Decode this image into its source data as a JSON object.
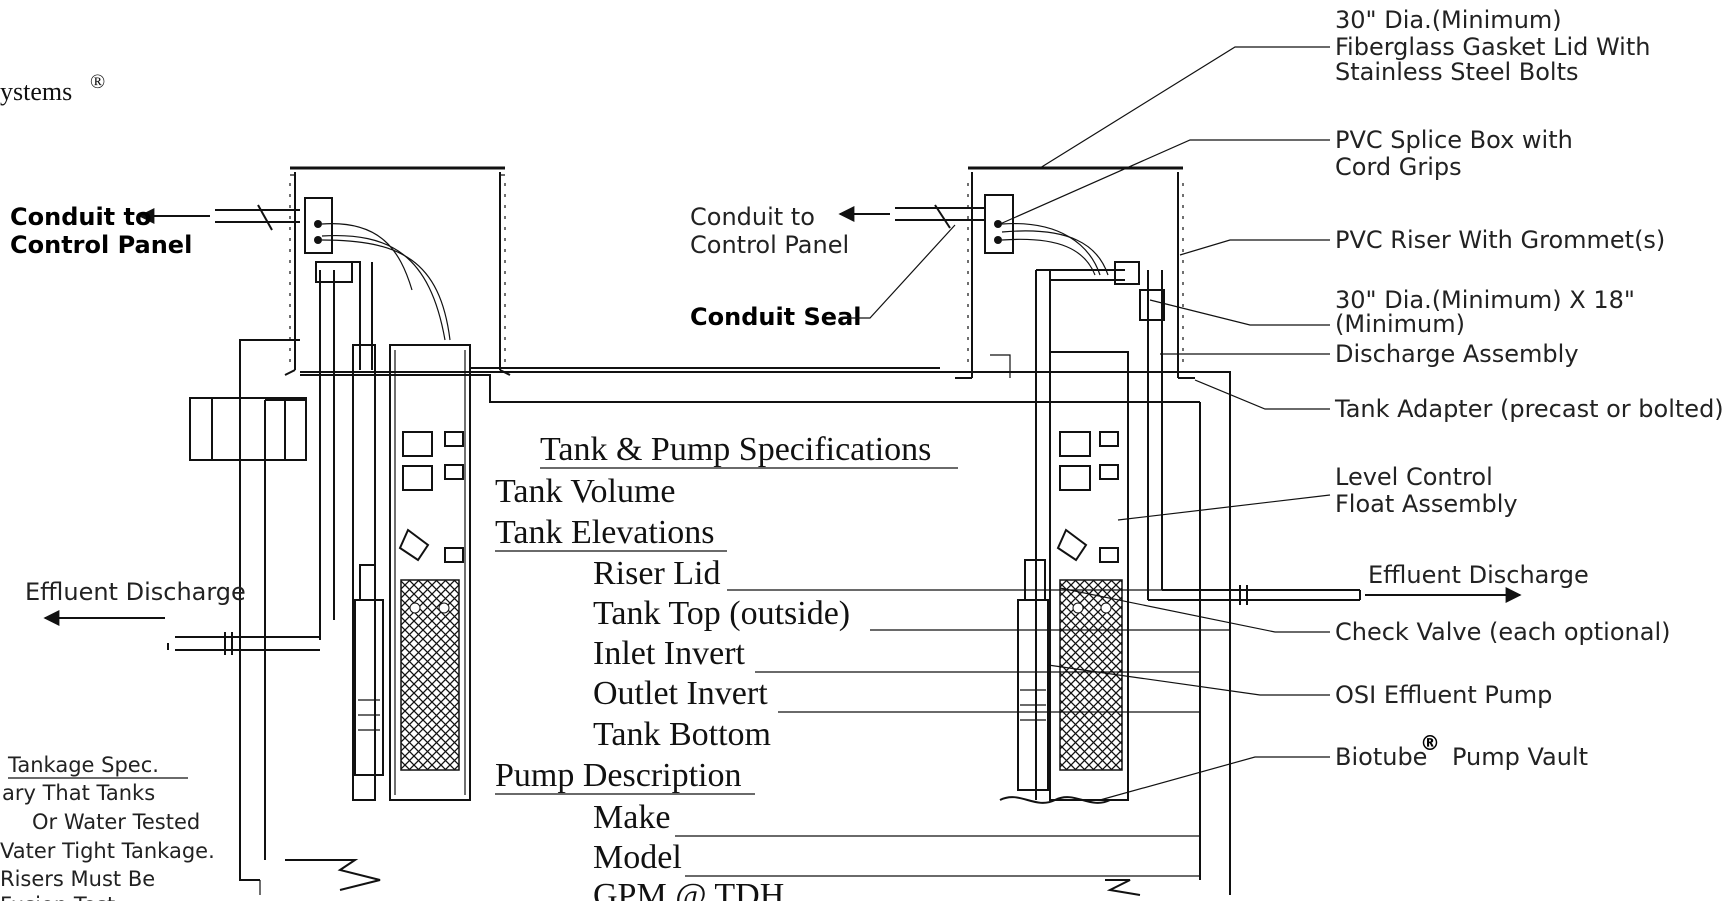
{
  "brand_text": "ystems",
  "brand_mark": "®",
  "left": {
    "conduit_line1": "Conduit to",
    "conduit_line2": "Control Panel",
    "effluent": "Effluent Discharge"
  },
  "center": {
    "conduit_line1": "Conduit to",
    "conduit_line2": "Control Panel",
    "conduit_seal": "Conduit Seal"
  },
  "specs": {
    "title": "Tank & Pump Specifications",
    "tank_volume": "Tank Volume",
    "tank_elevations": "Tank Elevations",
    "riser_lid": "Riser Lid",
    "tank_top": "Tank Top (outside)",
    "inlet_invert": "Inlet Invert",
    "outlet_invert": "Outlet Invert",
    "tank_bottom": "Tank Bottom",
    "pump_description": "Pump Description",
    "make": "Make",
    "model": "Model",
    "gpm": "GPM @ TDH"
  },
  "right": {
    "lid_l1": "30\" Dia.(Minimum)",
    "lid_l2": "Fiberglass Gasket Lid With",
    "lid_l3": "Stainless Steel Bolts",
    "splice_l1": "PVC Splice Box with",
    "splice_l2": "Cord Grips",
    "riser": "PVC Riser With Grommet(s)",
    "dia_l1": "30\" Dia.(Minimum) X 18\"",
    "dia_l2": "(Minimum)",
    "discharge_assembly": "Discharge Assembly",
    "tank_adapter": "Tank Adapter (precast or bolted)",
    "level_l1": "Level Control",
    "level_l2": "Float Assembly",
    "effluent": "Effluent Discharge",
    "check_valve": "Check Valve (each optional)",
    "pump": "OSI Effluent Pump",
    "vault_prefix": "Biotube",
    "vault_mark": "®",
    "vault_suffix": "Pump Vault"
  },
  "note": {
    "l1": "Tankage Spec.",
    "l2": "ary That Tanks",
    "l3": "Or Water Tested",
    "l4": "Vater Tight Tankage.",
    "l5": "Risers Must Be",
    "l6": "Fusion Test"
  }
}
